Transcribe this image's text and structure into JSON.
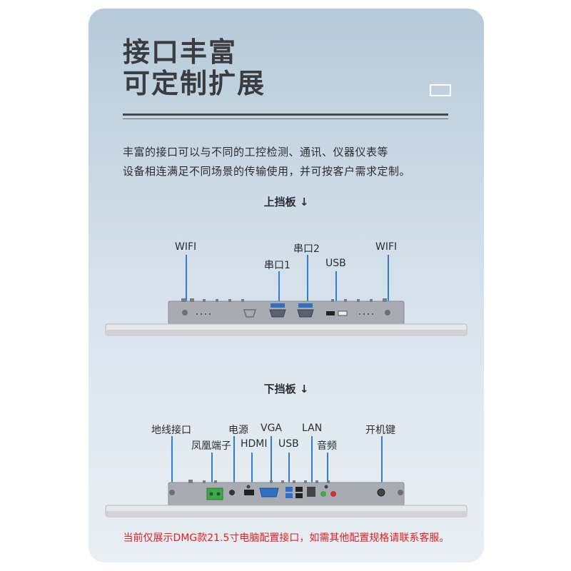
{
  "title": {
    "line1": "接口丰富",
    "line2": "可定制扩展"
  },
  "description": {
    "line1": "丰富的接口可以与不同的工控检测、通讯、仪器仪表等",
    "line2": "设备相连满足不同场景的传输使用，并可按客户需求定制。"
  },
  "top_panel": {
    "heading": "上挡板 ↓",
    "labels": {
      "wifi_left": "WIFI",
      "serial2": "串口2",
      "serial1": "串口1",
      "usb": "USB",
      "wifi_right": "WIFI"
    }
  },
  "bottom_panel": {
    "heading": "下挡板 ↓",
    "labels": {
      "ground": "地线接口",
      "power": "电源",
      "vga": "VGA",
      "lan": "LAN",
      "power_key": "开机键",
      "phoenix": "凤凰端子",
      "hdmi": "HDMI",
      "usb": "USB",
      "audio": "音频"
    }
  },
  "footer": "当前仅展示DMG款21.5寸电脑配置接口，如需其他配置规格请联系客服。",
  "colors": {
    "accent_line": "#2e7fd0",
    "footer_text": "#e02020",
    "title_text": "#3a3c40",
    "port_blue": "#2f6fc6"
  }
}
